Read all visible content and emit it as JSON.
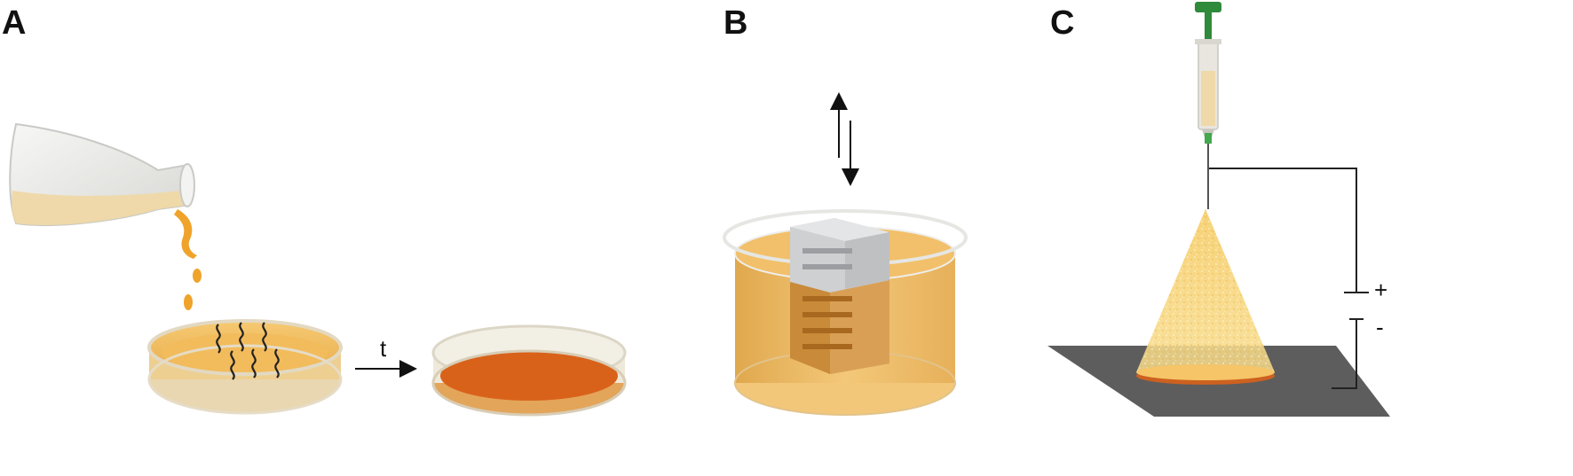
{
  "panels": {
    "a": {
      "letter": "A",
      "time_label": "t"
    },
    "b": {
      "letter": "B"
    },
    "c": {
      "letter": "C",
      "positive_label": "+",
      "negative_label": "-"
    }
  },
  "colors": {
    "solution": "#f2c06a",
    "solution_dark": "#e8a23c",
    "drop": "#f0a32a",
    "dried_film": "#d9621a",
    "glass": "#eef0ec",
    "block": "#cfd0d2",
    "collector": "#5d5d5d",
    "needle_cap": "#2f8a3b",
    "wire": "#222222"
  },
  "icons": {
    "flask": "flask-icon",
    "petri_dish": "petri-dish-icon",
    "steam": "steam-icon",
    "beaker": "beaker-icon",
    "syringe": "syringe-icon",
    "spray_cone": "spray-cone-icon",
    "battery": "battery-icon"
  }
}
